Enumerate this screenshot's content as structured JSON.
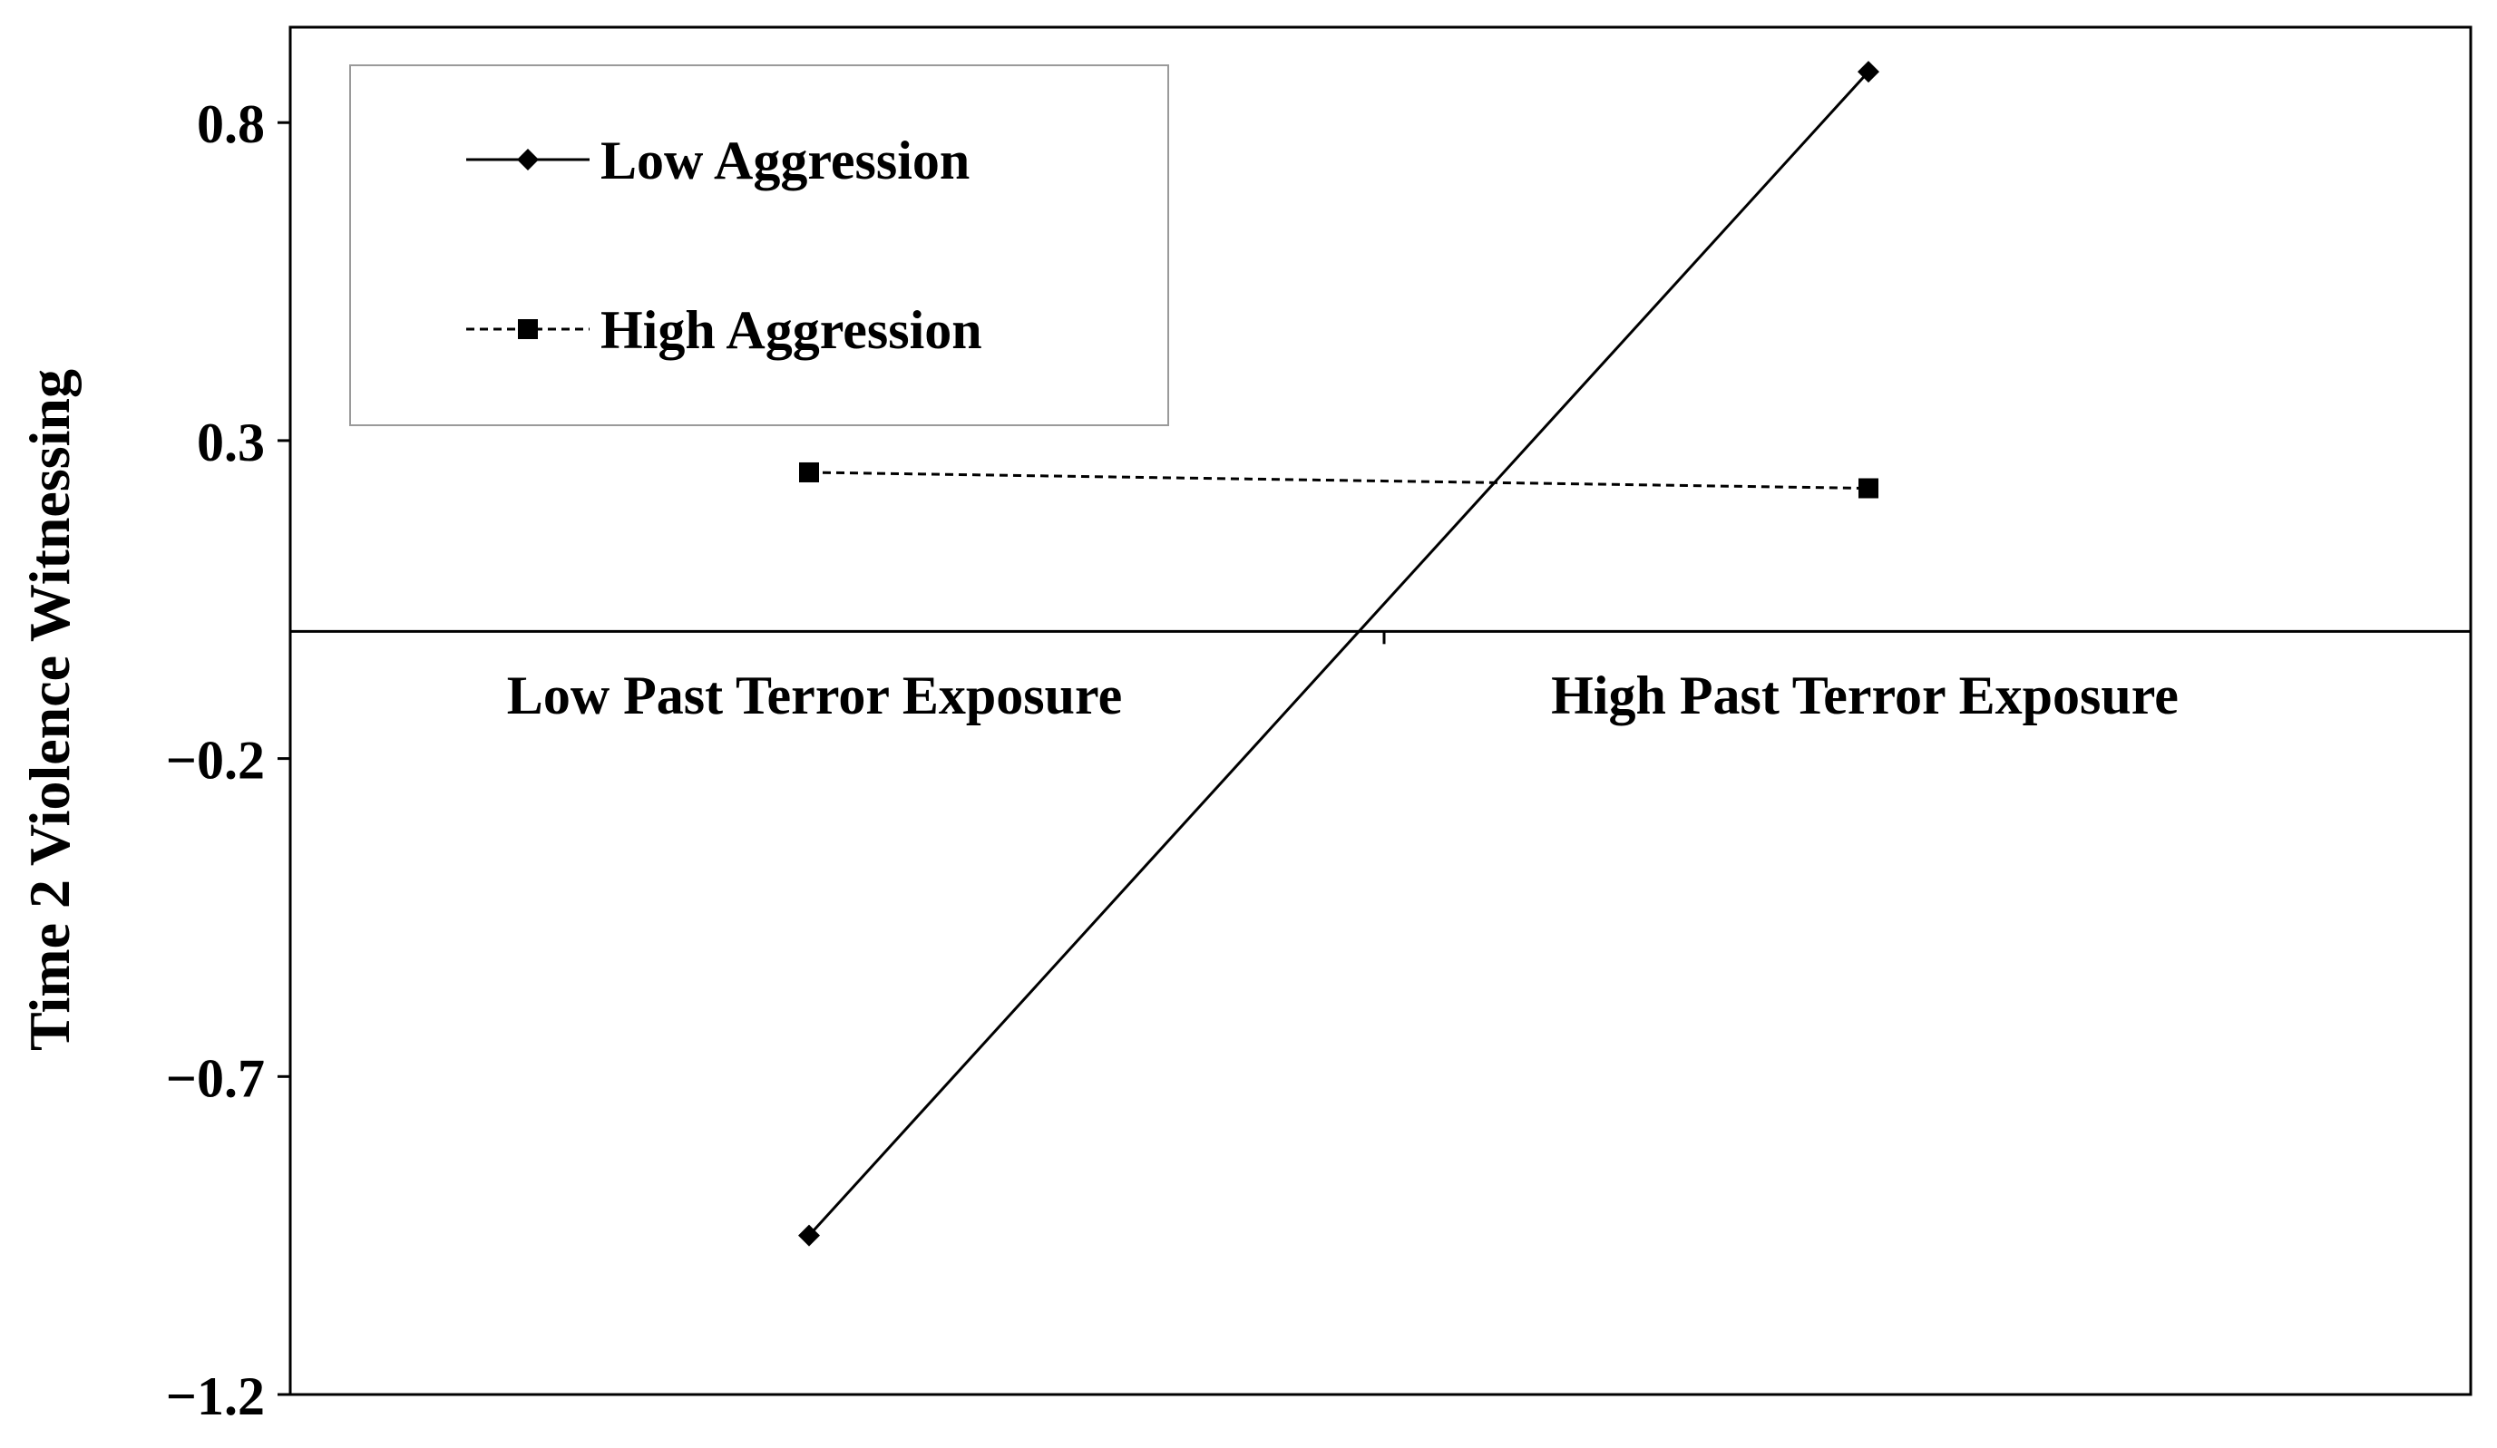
{
  "chart_data": {
    "type": "line",
    "ylabel": "Time 2 Violence Witnessing",
    "ylim": [
      -1.2,
      0.95
    ],
    "yticks": [
      -1.2,
      -0.7,
      -0.2,
      0.3,
      0.8
    ],
    "ytick_labels": [
      "−1.2",
      "−0.7",
      "−0.2",
      "0.3",
      "0.8"
    ],
    "categories": [
      "Low Past Terror Exposure",
      "High Past Terror Exposure"
    ],
    "zero_line": 0,
    "grid": false,
    "legend_position": "top-left",
    "series": [
      {
        "name": "Low Aggression",
        "values": [
          -0.95,
          0.88
        ],
        "line_style": "solid",
        "marker": "diamond",
        "color": "#000000"
      },
      {
        "name": "High Aggression",
        "values": [
          0.25,
          0.225
        ],
        "line_style": "dashed",
        "marker": "square",
        "color": "#000000"
      }
    ]
  }
}
